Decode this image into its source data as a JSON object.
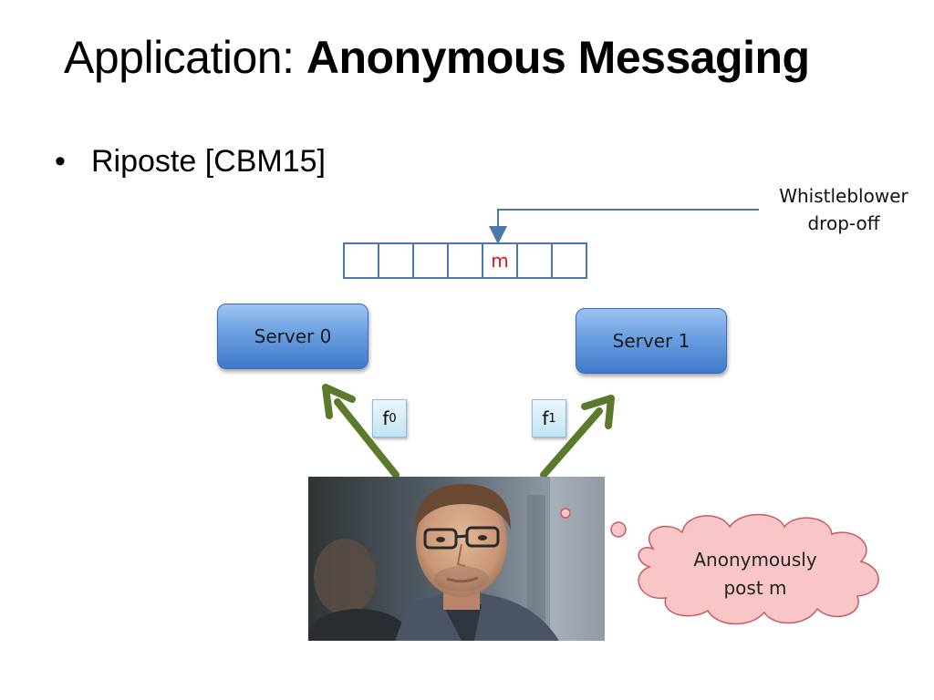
{
  "slide": {
    "title_plain": "Application: ",
    "title_bold": "Anonymous Messaging",
    "bullet": "Riposte [CBM15]"
  },
  "diagram": {
    "callout": {
      "line1": "Whistleblower",
      "line2": "drop-off"
    },
    "array_cells": [
      "",
      "",
      "",
      "",
      "m",
      "",
      ""
    ],
    "servers": {
      "server0": "Server 0",
      "server1": "Server 1"
    },
    "keys": {
      "f0": {
        "base": "f",
        "sub": "0"
      },
      "f1": {
        "base": "f",
        "sub": "1"
      }
    },
    "thought": {
      "line1": "Anonymously",
      "line2": "post m"
    }
  },
  "colors": {
    "arrow_green": "#5c7a2b",
    "callout_blue": "#4a78ae",
    "message_red": "#d21a1a",
    "cloud_fill": "#f9c6c8",
    "cloud_stroke": "#c85a62"
  },
  "icons": {
    "photo": "person-photo-icon",
    "arrows": "upload-arrow-icon"
  }
}
